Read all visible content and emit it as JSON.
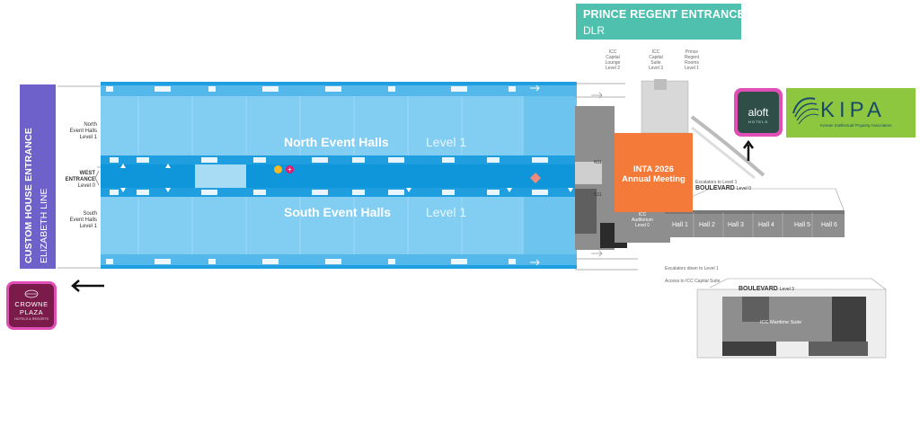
{
  "banners": {
    "prince_regent": {
      "title": "PRINCE REGENT ENTRANCE",
      "subtitle": "DLR"
    },
    "custom_house": {
      "title": "CUSTOM HOUSE ENTRANCE",
      "subtitle": "ELIZABETH LINE"
    }
  },
  "side_labels": {
    "north": {
      "name_line1": "North",
      "name_line2": "Event Halls",
      "level": "Level 1"
    },
    "west": {
      "name_line1": "WEST",
      "name_line2": "ENTRANCE",
      "level": "Level 0"
    },
    "south": {
      "name_line1": "South",
      "name_line2": "Event Halls",
      "level": "Level 1"
    }
  },
  "event_halls": {
    "north": {
      "name": "North Event Halls",
      "level": "Level 1"
    },
    "south": {
      "name": "South Event Halls",
      "level": "Level 1"
    }
  },
  "venue_labels": {
    "capital_lounge": {
      "line1": "ICC",
      "line2": "Capital",
      "line3": "Lounge",
      "level": "Level 2"
    },
    "capital_suite": {
      "line1": "ICC",
      "line2": "Capital",
      "line3": "Suite",
      "level": "Level 3"
    },
    "regent_rooms": {
      "line1": "Prince",
      "line2": "Regent",
      "line3": "Rooms",
      "level": "Level 1"
    },
    "auditorium": {
      "line1": "ICC",
      "line2": "Auditorium",
      "level": "Level 0"
    },
    "boulevard_l0": {
      "name": "BOULEVARD",
      "level": "Level 0"
    },
    "boulevard_l3": {
      "name": "BOULEVARD",
      "level": "Level 3"
    },
    "maritime_suite": "ICC Maritime Suite",
    "escalators_l1": "Escalators to Level 1",
    "escalators_l1_lower": "Escalators down to Level 1",
    "access_capital": "Access to ICC Capital Suite",
    "n11": "N11",
    "s11": "S11"
  },
  "halls": [
    "Hall 1",
    "Hall 2",
    "Hall 3",
    "Hall 4",
    "Hall 5",
    "Hall 6"
  ],
  "inta": {
    "line1": "INTA 2026",
    "line2": "Annual Meeting"
  },
  "logos": {
    "aloft": {
      "word": "aloft",
      "sub": "HOTELS"
    },
    "kipa": {
      "word": "KIPA",
      "sub": "Korean Intellectual Property Association"
    },
    "crowne": {
      "line1": "CROWNE",
      "line2": "PLAZA",
      "line3": "HOTELS & RESORTS"
    }
  },
  "icons": {
    "direction_arrows": "arrow-icon",
    "first_aid": "first-aid-icon",
    "info": "info-point-icon",
    "restroom": "restroom-icon"
  },
  "colors": {
    "hall_light": "#82cdf2",
    "hall_mid": "#54b9ea",
    "hall_dark": "#1f9fe0",
    "prince_regent": "#4fbfae",
    "custom_house": "#6e61c9",
    "inta": "#f47a3a",
    "venue_grey": "#8e8e8e",
    "logo_border": "#e04fb5"
  }
}
